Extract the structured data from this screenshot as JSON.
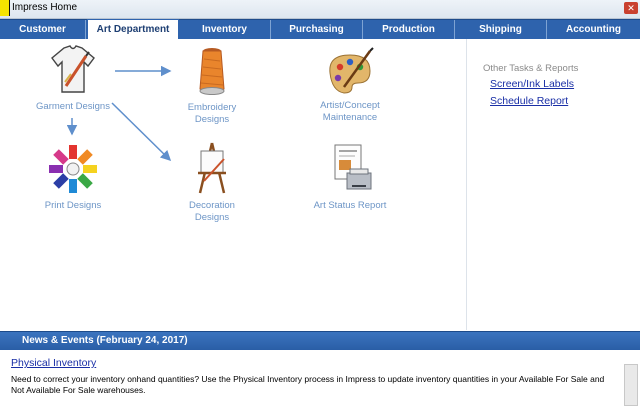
{
  "window": {
    "title": "Impress Home"
  },
  "tabs": [
    {
      "label": "Customer Service"
    },
    {
      "label": "Art Department"
    },
    {
      "label": "Inventory"
    },
    {
      "label": "Purchasing"
    },
    {
      "label": "Production"
    },
    {
      "label": "Shipping"
    },
    {
      "label": "Accounting"
    }
  ],
  "flow": {
    "garment": "Garment Designs",
    "embroidery": [
      "Embroidery",
      "Designs"
    ],
    "artist": [
      "Artist/Concept",
      "Maintenance"
    ],
    "print": "Print Designs",
    "decoration": [
      "Decoration",
      "Designs"
    ],
    "art_status": "Art Status Report"
  },
  "side": {
    "heading": "Other Tasks & Reports",
    "links": [
      "Screen/Ink Labels",
      "Schedule Report"
    ]
  },
  "news": {
    "heading": "News & Events (February 24, 2017)",
    "link": "Physical Inventory",
    "text": "Need to correct your inventory onhand quantities? Use the Physical Inventory process in Impress to update inventory quantities in your Available For Sale and Not Available For Sale warehouses."
  },
  "colors": {
    "tab_bar": "#2e63ad",
    "label_blue": "#6d95c6",
    "link_blue": "#1a2fa6"
  }
}
